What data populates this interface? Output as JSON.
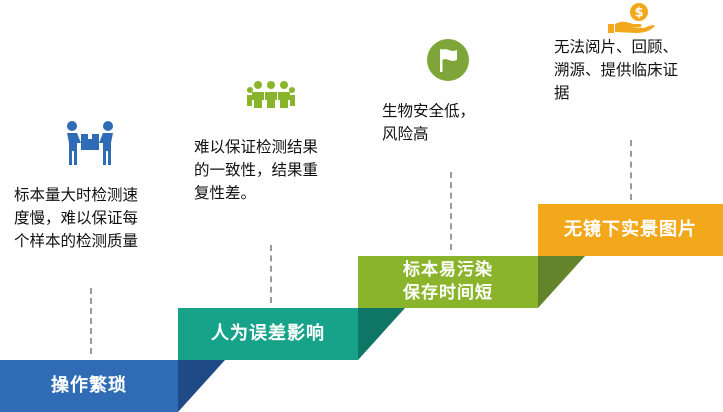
{
  "steps": [
    {
      "label": "操作繁琐",
      "color": "#2f6cb5",
      "shade": "#1e4a86"
    },
    {
      "label": "人为误差影响",
      "color": "#17a28a",
      "shade": "#0f7564"
    },
    {
      "label": "标本易污染\n保存时间短",
      "color": "#8ab42b",
      "shade": "#63842a"
    },
    {
      "label": "无镜下实景图片",
      "color": "#f2a81a",
      "shade": "#c08413"
    }
  ],
  "descriptions": [
    "标本量大时检测速\n度慢，难以保证每\n个样本的检测质量",
    "难以保证检测结果\n的一致性，结果重\n复性差。",
    "生物安全低，\n风险高",
    "无法阅片、回顾、\n溯源、提供临床证\n据"
  ],
  "icons": [
    "people-carrying-box-icon",
    "group-of-people-icon",
    "flag-icon",
    "hand-with-dollar-icon"
  ],
  "line_color": "#9a9a9a"
}
